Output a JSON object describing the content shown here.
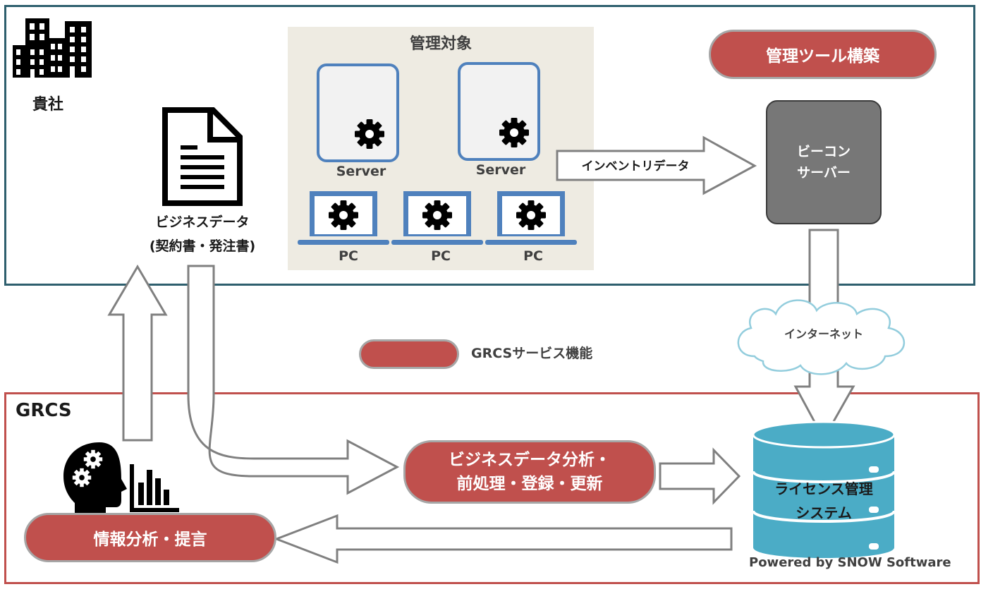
{
  "company": {
    "label": "貴社"
  },
  "managed": {
    "title": "管理対象",
    "servers": [
      {
        "label": "Server"
      },
      {
        "label": "Server"
      }
    ],
    "pcs": [
      {
        "label": "PC"
      },
      {
        "label": "PC"
      },
      {
        "label": "PC"
      }
    ]
  },
  "business_data": {
    "line1": "ビジネスデータ",
    "line2": "(契約書・発注書)"
  },
  "tool_build": {
    "label": "管理ツール構築"
  },
  "beacon": {
    "line1": "ビーコン",
    "line2": "サーバー"
  },
  "inventory_arrow": {
    "label": "インベントリデータ"
  },
  "internet": {
    "label": "インターネット"
  },
  "legend": {
    "label": "GRCSサービス機能",
    "color": "#c0504d"
  },
  "grcs": {
    "label": "GRCS"
  },
  "analysis_service": {
    "line1": "ビジネスデータ分析・",
    "line2": "前処理・登録・更新"
  },
  "license_system": {
    "line1": "ライセンス管理",
    "line2": "システム",
    "powered_by": "Powered by SNOW Software"
  },
  "info_analysis": {
    "label": "情報分析・提言"
  },
  "colors": {
    "company_frame": "#2e5f6e",
    "grcs_frame": "#c0504d",
    "server_border": "#4f81bd",
    "db": "#4bacc6",
    "beacon": "#777777"
  }
}
